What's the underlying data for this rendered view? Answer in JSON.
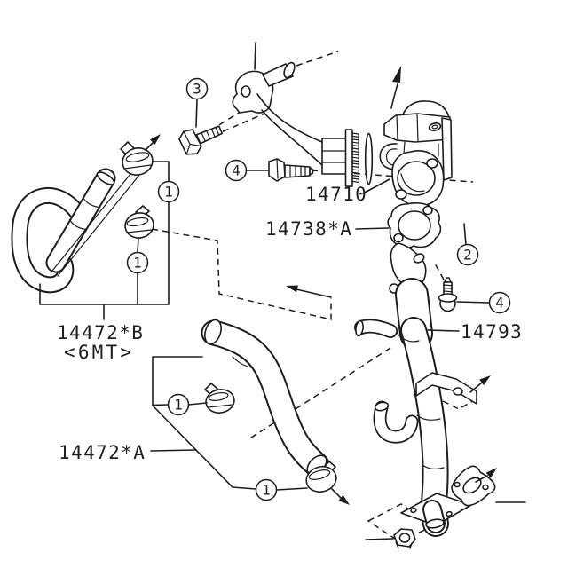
{
  "diagram": {
    "type": "exploded-parts-diagram",
    "subject": "EGR pipe and hose assembly",
    "background": "#ffffff",
    "line_color": "#1c1c1c",
    "labels": {
      "valve_part_no": "14710",
      "valve_gasket_part_no": "14738*A",
      "egr_pipe_part_no": "14793",
      "hose_b_part_no": "14472*B",
      "hose_b_variant": "<6MT>",
      "hose_a_part_no": "14472*A"
    },
    "callouts": {
      "c1": "1",
      "c2": "2",
      "c3": "3",
      "c4": "4"
    }
  }
}
